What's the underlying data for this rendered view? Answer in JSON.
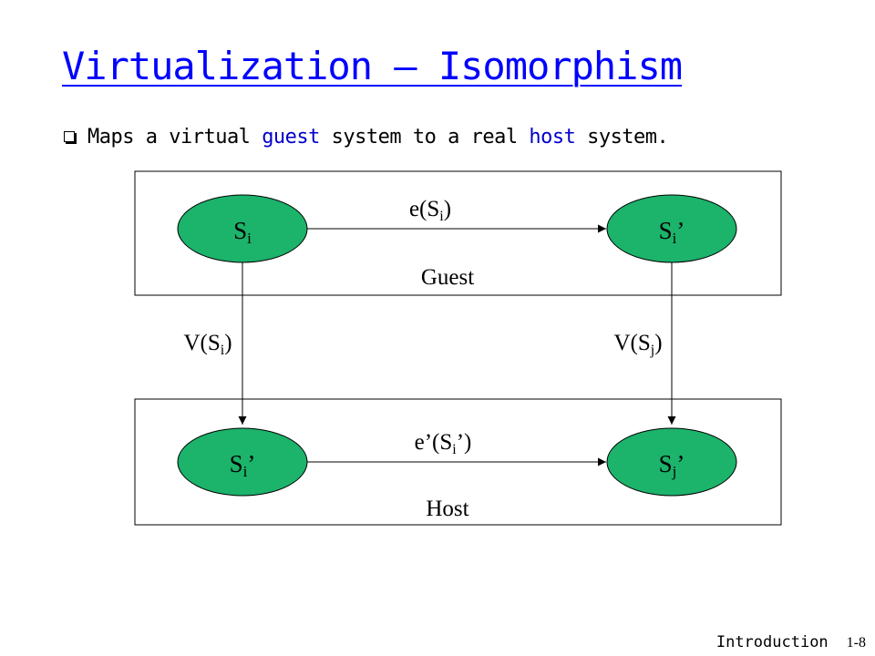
{
  "slide": {
    "title": "Virtualization – Isomorphism",
    "bullet": {
      "pre": "Maps a virtual ",
      "word1": "guest",
      "mid": " system to a real ",
      "word2": "host",
      "post": " system."
    },
    "footer": {
      "section": "Introduction",
      "page": "1-8"
    }
  },
  "colors": {
    "title": "#0000ff",
    "accent": "#0000cc",
    "node_fill": "#1cb36b",
    "line": "#000000"
  },
  "diagram": {
    "guest_box": {
      "label": "Guest"
    },
    "host_box": {
      "label": "Host"
    },
    "guest_left": {
      "base": "S",
      "sub": "i",
      "suffix": ""
    },
    "guest_right": {
      "base": "S",
      "sub": "i",
      "suffix": "’"
    },
    "host_left": {
      "base": "S",
      "sub": "i",
      "suffix": "’"
    },
    "host_right": {
      "base": "S",
      "sub": "j",
      "suffix": "’"
    },
    "guest_edge": {
      "pre": "e(S",
      "sub": "i",
      "post": ")"
    },
    "host_edge": {
      "pre": "e’(S",
      "sub": "i",
      "post": "’)"
    },
    "left_map": {
      "pre": "V(S",
      "sub": "i",
      "post": ")"
    },
    "right_map": {
      "pre": "V(S",
      "sub": "j",
      "post": ")"
    }
  }
}
